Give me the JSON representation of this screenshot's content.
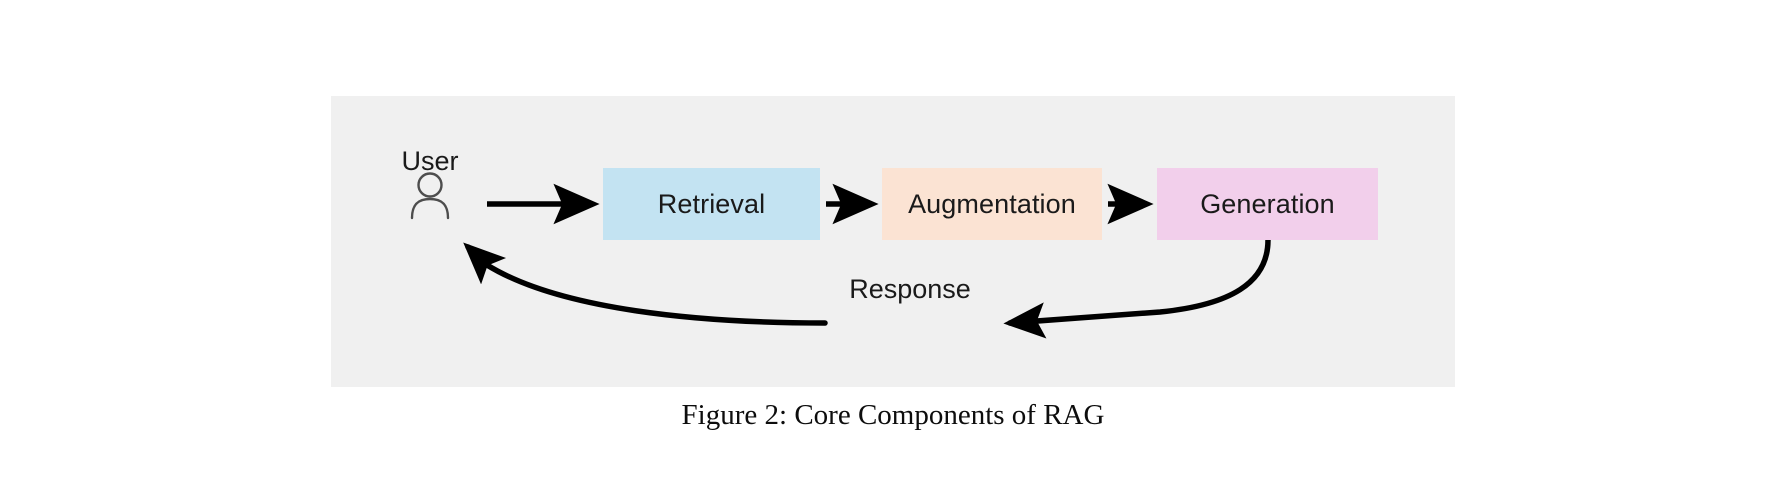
{
  "figure": {
    "caption": "Figure 2: Core Components of RAG",
    "background_color": "#ffffff",
    "panel_color": "#f0f0f0"
  },
  "diagram": {
    "type": "flow-diagram",
    "actor": {
      "label": "User",
      "icon": "user-person-icon"
    },
    "stages": [
      {
        "id": "retrieval",
        "label": "Retrieval",
        "fill_color": "#c3e3f2"
      },
      {
        "id": "augmentation",
        "label": "Augmentation",
        "fill_color": "#fbe3d3"
      },
      {
        "id": "generation",
        "label": "Generation",
        "fill_color": "#f2cfeb"
      }
    ],
    "connectors": [
      {
        "id": "user-to-retrieval",
        "from": "User",
        "to": "Retrieval",
        "style": "straight-arrow",
        "label": ""
      },
      {
        "id": "retrieval-to-augmentation",
        "from": "Retrieval",
        "to": "Augmentation",
        "style": "straight-arrow",
        "label": ""
      },
      {
        "id": "augmentation-to-generation",
        "from": "Augmentation",
        "to": "Generation",
        "style": "straight-arrow",
        "label": ""
      },
      {
        "id": "generation-to-user",
        "from": "Generation",
        "to": "User",
        "style": "curved-arrow",
        "label": "Response"
      }
    ],
    "return_label": "Response",
    "line_color": "#000000",
    "text_color": "#1a1a1a"
  }
}
